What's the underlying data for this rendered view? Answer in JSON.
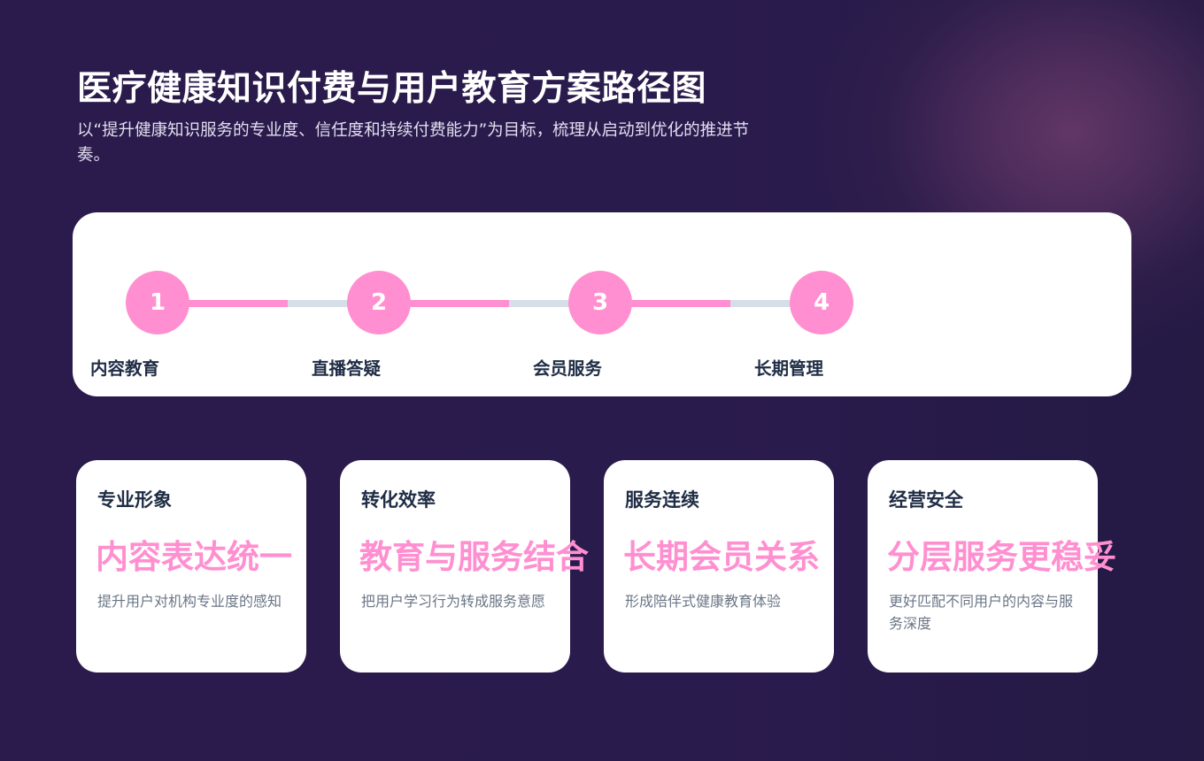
{
  "header": {
    "title": "医疗健康知识付费与用户教育方案路径图",
    "subtitle": "以“提升健康知识服务的专业度、信任度和持续付费能力”为目标，梳理从启动到优化的推进节奏。"
  },
  "colors": {
    "background": "#2a1b4d",
    "accent_pink": "#ff8fd0",
    "track_grey": "#d6dfe8",
    "label_dark": "#1f2d45",
    "desc_grey": "#6b7686",
    "panel_white": "#ffffff"
  },
  "timeline": {
    "steps": [
      {
        "number": "1",
        "label": "内容教育"
      },
      {
        "number": "2",
        "label": "直播答疑"
      },
      {
        "number": "3",
        "label": "会员服务"
      },
      {
        "number": "4",
        "label": "长期管理"
      }
    ]
  },
  "cards": [
    {
      "label": "专业形象",
      "highlight": "内容表达统一",
      "description": "提升用户对机构专业度的感知"
    },
    {
      "label": "转化效率",
      "highlight": "教育与服务结合",
      "description": "把用户学习行为转成服务意愿"
    },
    {
      "label": "服务连续",
      "highlight": "长期会员关系",
      "description": "形成陪伴式健康教育体验"
    },
    {
      "label": "经营安全",
      "highlight": "分层服务更稳妥",
      "description": "更好匹配不同用户的内容与服务深度"
    }
  ]
}
